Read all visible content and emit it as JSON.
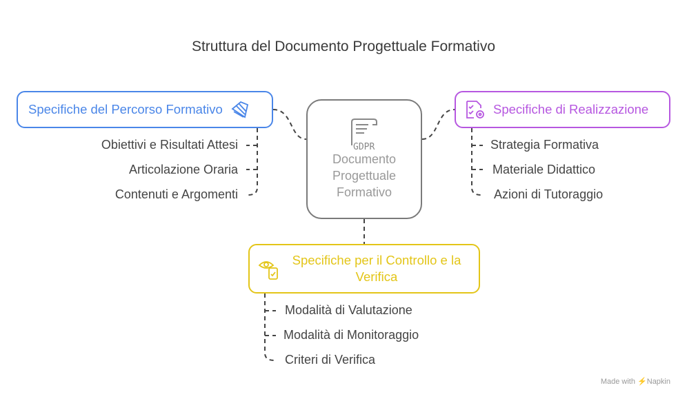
{
  "title": "Struttura del Documento Progettuale Formativo",
  "center": {
    "icon_label": "GDPR",
    "lines": [
      "Documento",
      "Progettuale",
      "Formativo"
    ]
  },
  "branches": [
    {
      "label": "Specifiche del Percorso Formativo",
      "color": "#4a86e8",
      "icon": "document-pages-icon",
      "items": [
        "Obiettivi e Risultati Attesi",
        "Articolazione Oraria",
        "Contenuti e Argomenti"
      ]
    },
    {
      "label": "Specifiche di Realizzazione",
      "color": "#b657e0",
      "icon": "checklist-gear-icon",
      "items": [
        "Strategia Formativa",
        "Materiale Didattico",
        "Azioni di Tutoraggio"
      ]
    },
    {
      "label": "Specifiche per il Controllo e la Verifica",
      "color": "#e3c518",
      "icon": "eye-clipboard-icon",
      "items": [
        "Modalità di Valutazione",
        "Modalità di Monitoraggio",
        "Criteri di Verifica"
      ]
    }
  ],
  "footer": {
    "made_with": "Made with",
    "brand": "Napkin"
  }
}
